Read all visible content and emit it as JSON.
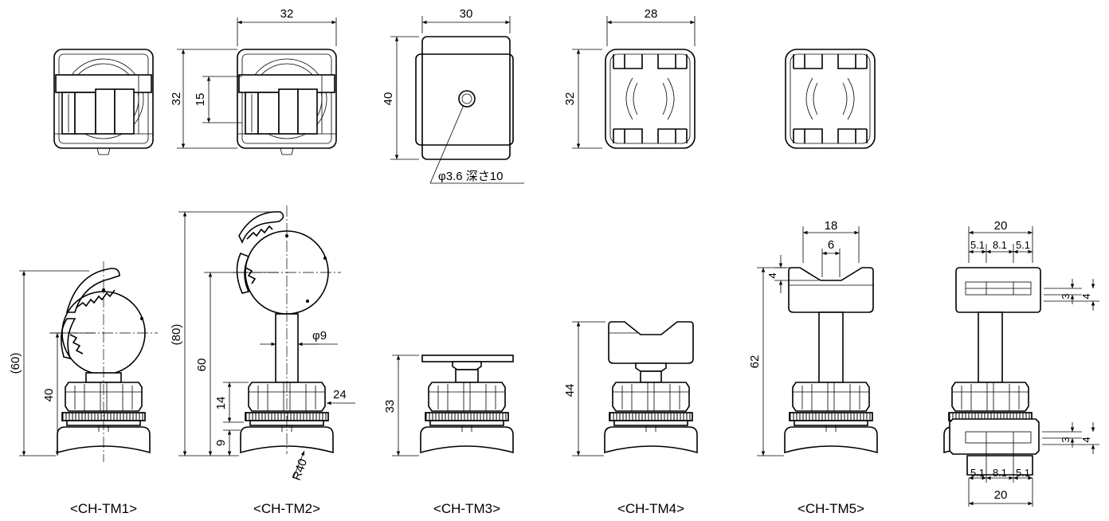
{
  "captions": [
    "<CH-TM1>",
    "<CH-TM2>",
    "<CH-TM3>",
    "<CH-TM4>",
    "<CH-TM5>"
  ],
  "top_view_dimensions": {
    "tm2_width": "32",
    "tm2_height": "32",
    "tm2_inner": "15",
    "tm3_width": "30",
    "tm3_height": "40",
    "tm3_hole_note": "φ3.6 深さ10",
    "tm4_width": "28",
    "tm4_height": "32"
  },
  "side_view_dimensions": {
    "tm1_total": "(60)",
    "tm1_center": "40",
    "tm2_total": "(80)",
    "tm2_center": "60",
    "tm2_shaft_dia": "φ9",
    "tm2_nut": "14",
    "tm2_nut_width": "24",
    "tm2_base": "9",
    "tm2_radius": "R40",
    "tm3_height": "33",
    "tm4_height": "44",
    "tm5_width": "18",
    "tm5_groove": "6",
    "tm5_depth": "4",
    "tm5_height": "62"
  },
  "end_view_dimensions": {
    "width_top": "20",
    "seg_a": "5.1",
    "seg_b": "8.1",
    "seg_c": "5.1",
    "slot_h": "3",
    "slot_t": "4",
    "width_bottom": "20"
  }
}
